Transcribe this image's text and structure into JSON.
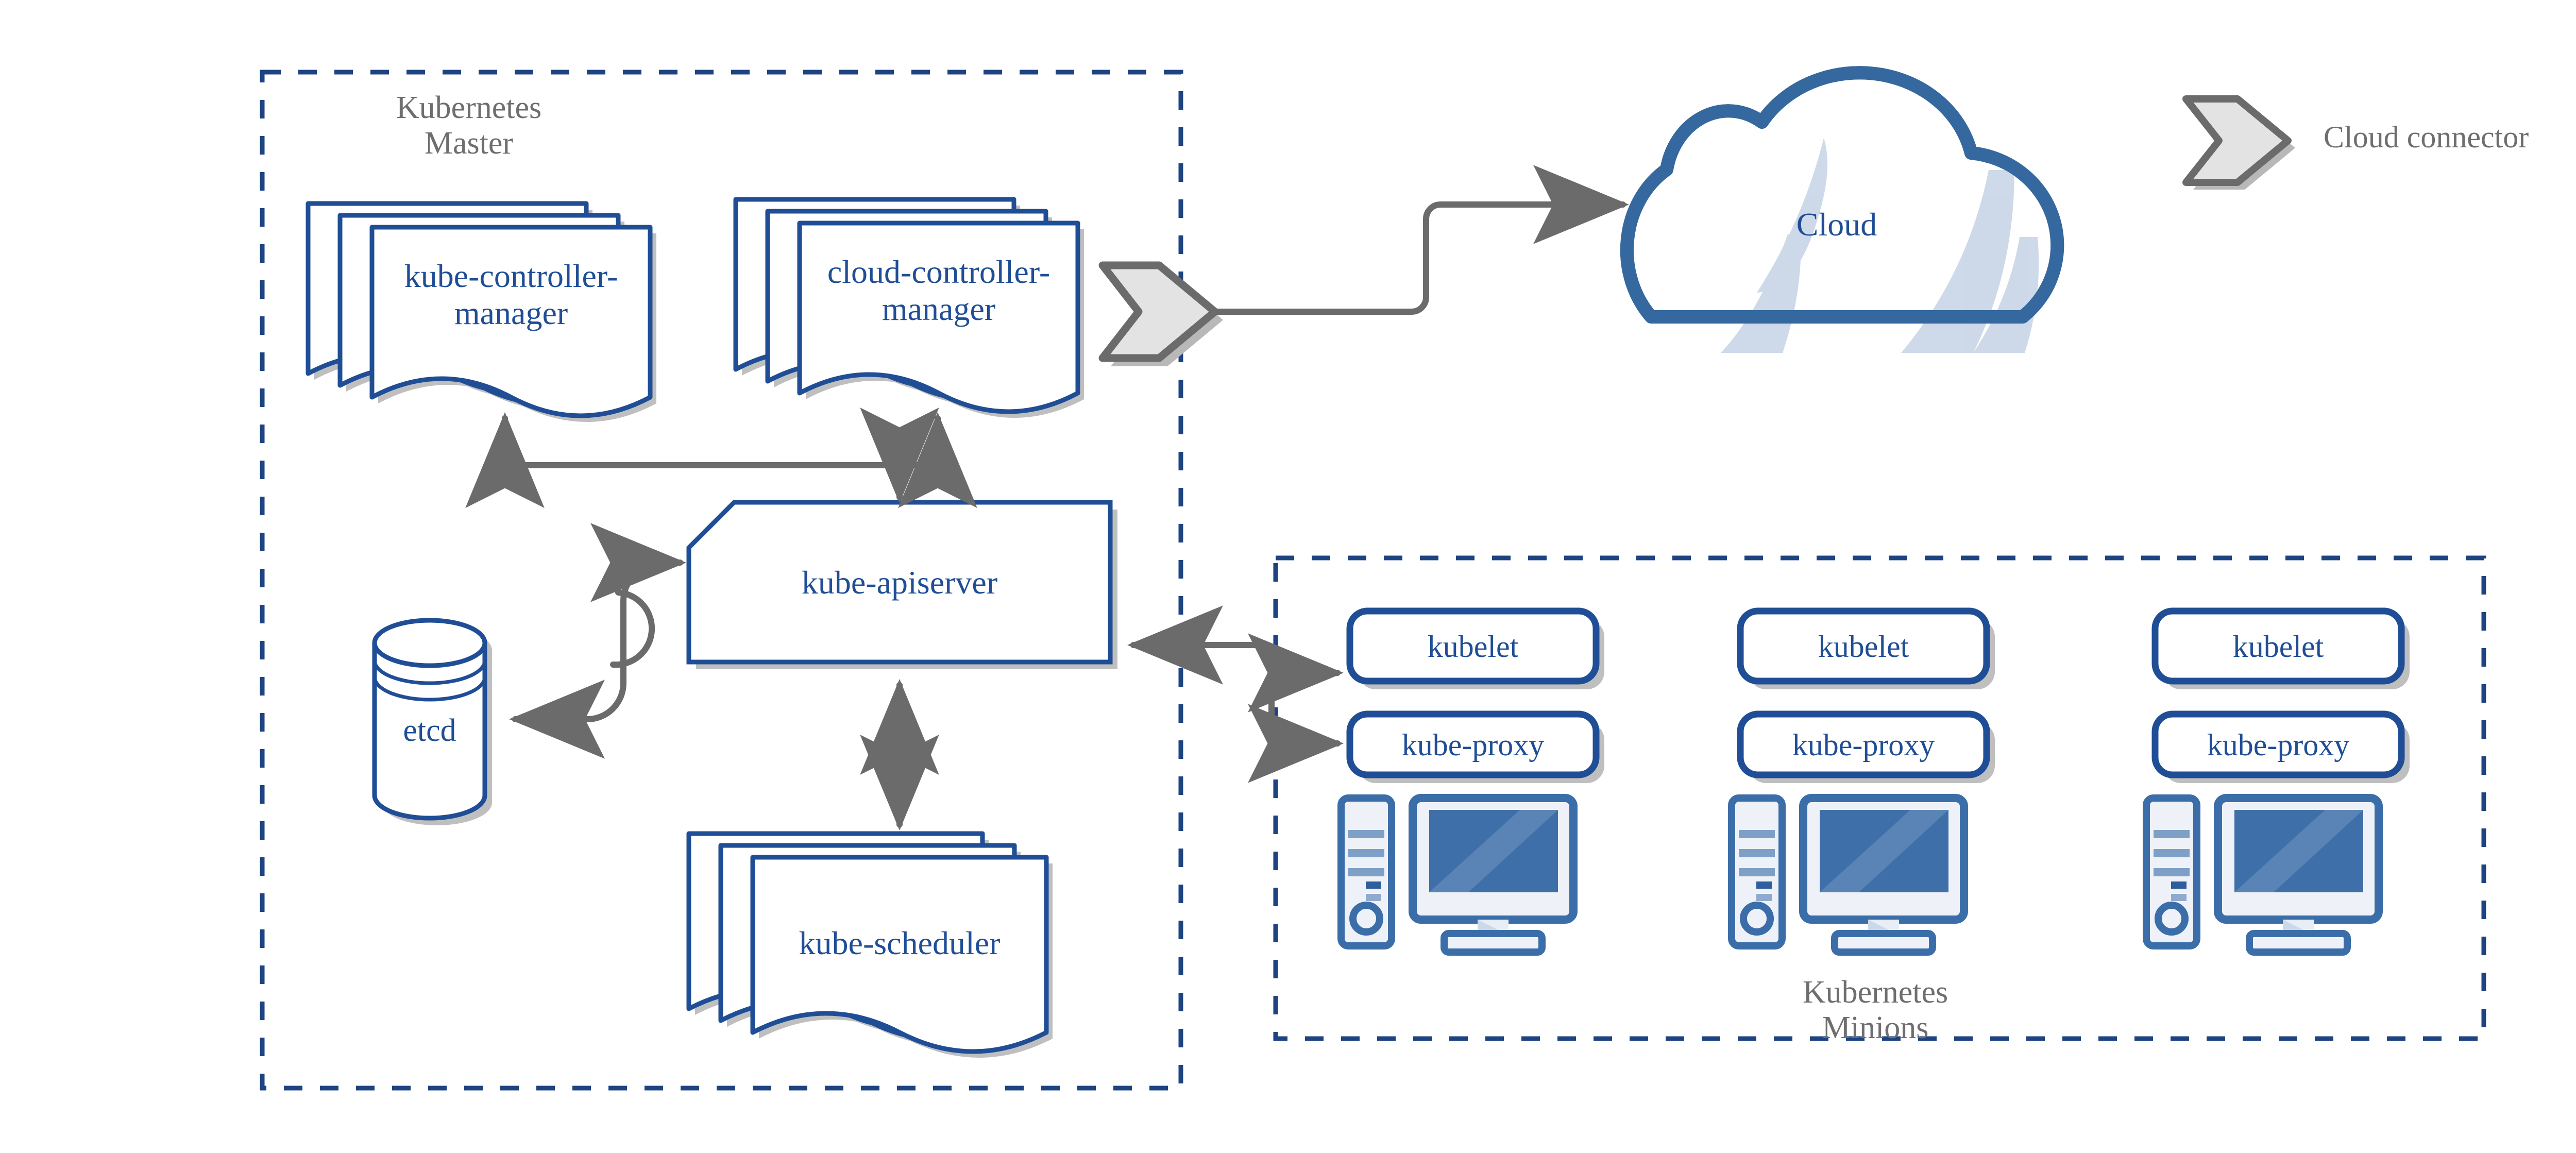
{
  "colors": {
    "blue_stroke": "#1F4E96",
    "blue_text": "#1F4E96",
    "cloud_stroke": "#35689E",
    "cloud_highlight": "#CBD8E8",
    "dashed_border": "#1D4380",
    "arrow_gray": "#6B6B6B",
    "shadow_gray": "#B8B8B8",
    "connector_fill": "#E3E3E3",
    "connector_stroke": "#6B6B6B",
    "group_label_gray": "#6E6E6E",
    "icon_blue": "#3B6EA8",
    "icon_screen": "#3F6FA8",
    "icon_light": "#EEF2F8",
    "background": "#FFFFFF"
  },
  "master_panel": {
    "label": "Kubernetes\nMaster",
    "components": {
      "kube_controller_manager": "kube-controller-\nmanager",
      "cloud_controller_manager": "cloud-controller-\nmanager",
      "kube_apiserver": "kube-apiserver",
      "etcd": "etcd",
      "kube_scheduler": "kube-scheduler"
    }
  },
  "minions_panel": {
    "label": "Kubernetes\nMinions",
    "nodes": [
      {
        "kubelet": "kubelet",
        "kube_proxy": "kube-proxy"
      },
      {
        "kubelet": "kubelet",
        "kube_proxy": "kube-proxy"
      },
      {
        "kubelet": "kubelet",
        "kube_proxy": "kube-proxy"
      }
    ]
  },
  "cloud": {
    "label": "Cloud"
  },
  "legend": {
    "cloud_connector_label": "Cloud connector"
  }
}
